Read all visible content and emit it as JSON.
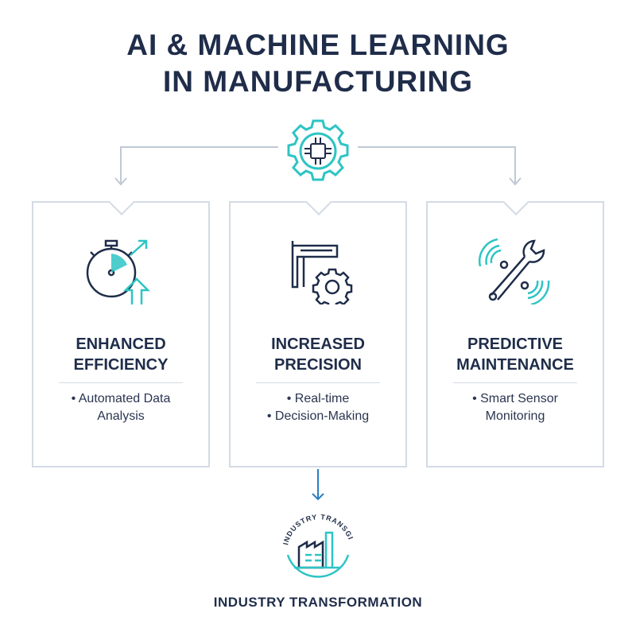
{
  "title": {
    "line1": "AI & MACHINE LEARNING",
    "line2": "IN MANUFACTURING"
  },
  "colors": {
    "navy": "#1f2d4a",
    "teal": "#2ec4c4",
    "border": "#d3dbe5",
    "arrow": "#2a7fc0"
  },
  "cards": [
    {
      "title1": "ENHANCED",
      "title2": "EFFICIENCY",
      "bullets": [
        "• Automated Data",
        "Analysis"
      ],
      "icon": "stopwatch-arrow-up-icon"
    },
    {
      "title1": "INCREASED",
      "title2": "PRECISION",
      "bullets": [
        "• Real-time",
        "• Decision-Making"
      ],
      "icon": "caliper-gear-icon"
    },
    {
      "title1": "PREDICTIVE",
      "title2": "MAINTENANCE",
      "bullets": [
        "• Smart Sensor",
        "Monitoring"
      ],
      "icon": "wrench-signal-icon"
    }
  ],
  "footer": {
    "badge_text": "INDUSTRY TRANSGIGIN",
    "label": "INDUSTRY TRANSFORMATION",
    "icon": "factory-icon"
  },
  "hub_icon": "ai-gear-icon"
}
